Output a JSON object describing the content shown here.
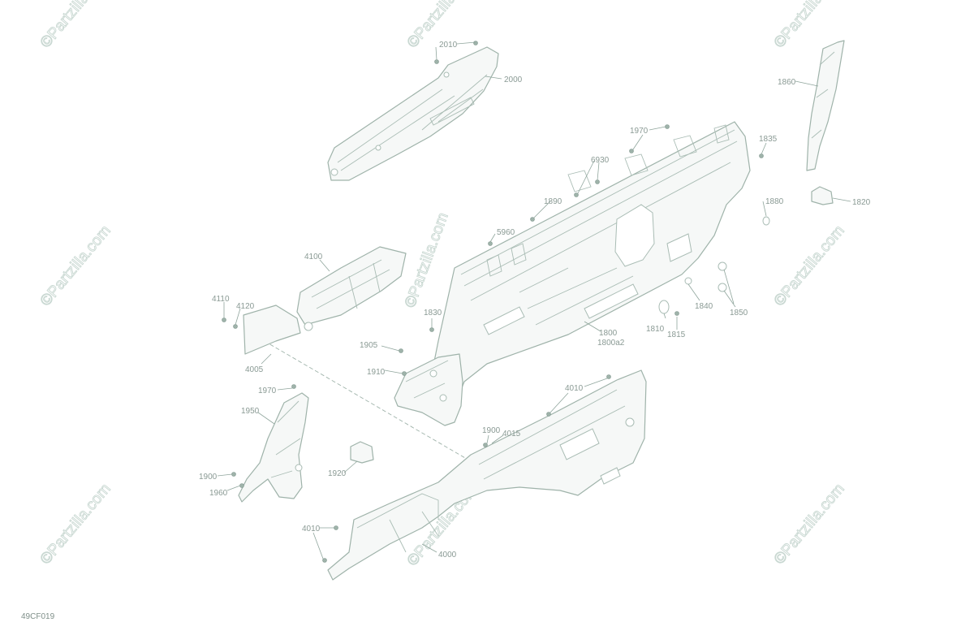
{
  "diagram_code": "49CF019",
  "watermark_text": "©Partzilla.com",
  "callouts": [
    {
      "id": "2010",
      "text": "2010"
    },
    {
      "id": "2000",
      "text": "2000"
    },
    {
      "id": "1860",
      "text": "1860"
    },
    {
      "id": "1970a",
      "text": "1970"
    },
    {
      "id": "1835",
      "text": "1835"
    },
    {
      "id": "6930",
      "text": "6930"
    },
    {
      "id": "1890",
      "text": "1890"
    },
    {
      "id": "1880",
      "text": "1880"
    },
    {
      "id": "1820",
      "text": "1820"
    },
    {
      "id": "5960",
      "text": "5960"
    },
    {
      "id": "4100",
      "text": "4100"
    },
    {
      "id": "4110",
      "text": "4110"
    },
    {
      "id": "4120",
      "text": "4120"
    },
    {
      "id": "1830",
      "text": "1830"
    },
    {
      "id": "1840",
      "text": "1840"
    },
    {
      "id": "1850",
      "text": "1850"
    },
    {
      "id": "1810",
      "text": "1810"
    },
    {
      "id": "1815",
      "text": "1815"
    },
    {
      "id": "1800",
      "text": "1800"
    },
    {
      "id": "1800a2",
      "text": "1800a2"
    },
    {
      "id": "1905",
      "text": "1905"
    },
    {
      "id": "1910",
      "text": "1910"
    },
    {
      "id": "4005",
      "text": "4005"
    },
    {
      "id": "1970b",
      "text": "1970"
    },
    {
      "id": "4010a",
      "text": "4010"
    },
    {
      "id": "1950",
      "text": "1950"
    },
    {
      "id": "1900a",
      "text": "1900"
    },
    {
      "id": "4015",
      "text": "4015"
    },
    {
      "id": "1900b",
      "text": "1900"
    },
    {
      "id": "1960",
      "text": "1960"
    },
    {
      "id": "1920",
      "text": "1920"
    },
    {
      "id": "4010b",
      "text": "4010"
    },
    {
      "id": "4000",
      "text": "4000"
    }
  ]
}
